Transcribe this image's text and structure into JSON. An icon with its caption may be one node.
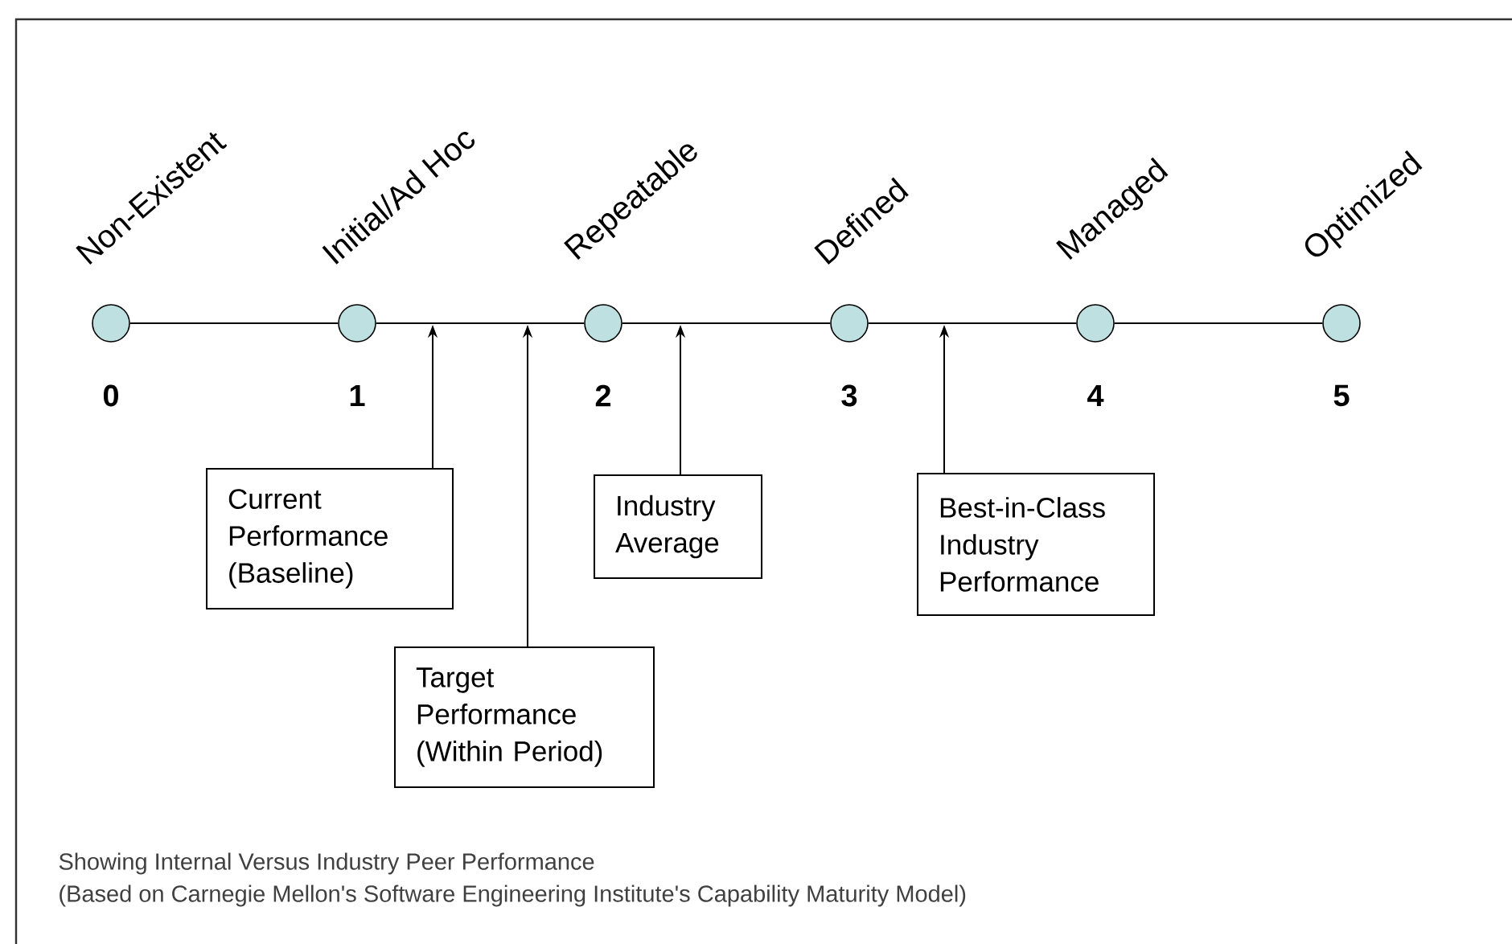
{
  "diagram": {
    "nodes": [
      {
        "text": [],
        "shape": "circle"
      },
      {
        "text": [],
        "shape": "circle"
      },
      {
        "text": [],
        "shape": "circle"
      },
      {
        "text": [],
        "shape": "circle"
      },
      {
        "text": [],
        "shape": "circle"
      },
      {
        "text": [],
        "shape": "circle"
      },
      {
        "text": [
          "Current Performance (Baseline)"
        ]
      },
      {
        "text": [
          "Target Performance (Within Period)"
        ]
      },
      {
        "text": [
          "Industry Average"
        ]
      },
      {
        "text": [
          "Best-in-Class Industry Performance"
        ]
      }
    ],
    "edges": [
      {
        "from": 0,
        "to": 1,
        "arrow": "none"
      },
      {
        "from": 1,
        "to": 2,
        "arrow": "none"
      },
      {
        "from": 2,
        "to": 3,
        "arrow": "none"
      },
      {
        "from": 3,
        "to": 4,
        "arrow": "none"
      },
      {
        "from": 4,
        "to": 5,
        "arrow": "none"
      },
      {
        "from": 6,
        "to": null,
        "arrow": "to"
      },
      {
        "from": 7,
        "to": null,
        "arrow": "to"
      },
      {
        "from": 8,
        "to": null,
        "arrow": "to"
      },
      {
        "from": 9,
        "to": null,
        "arrow": "to"
      }
    ],
    "labels": [
      "Non-Existent",
      "Initial/Ad Hoc",
      "Repeatable",
      "Defined",
      "Managed",
      "Optimized",
      "0",
      "1",
      "2",
      "3",
      "4",
      "5",
      "Showing Internal Versus Industry Peer Performance",
      "(Based on Carnegie Mellon's Software Engineering Institute's Capability Maturity Model)"
    ]
  }
}
